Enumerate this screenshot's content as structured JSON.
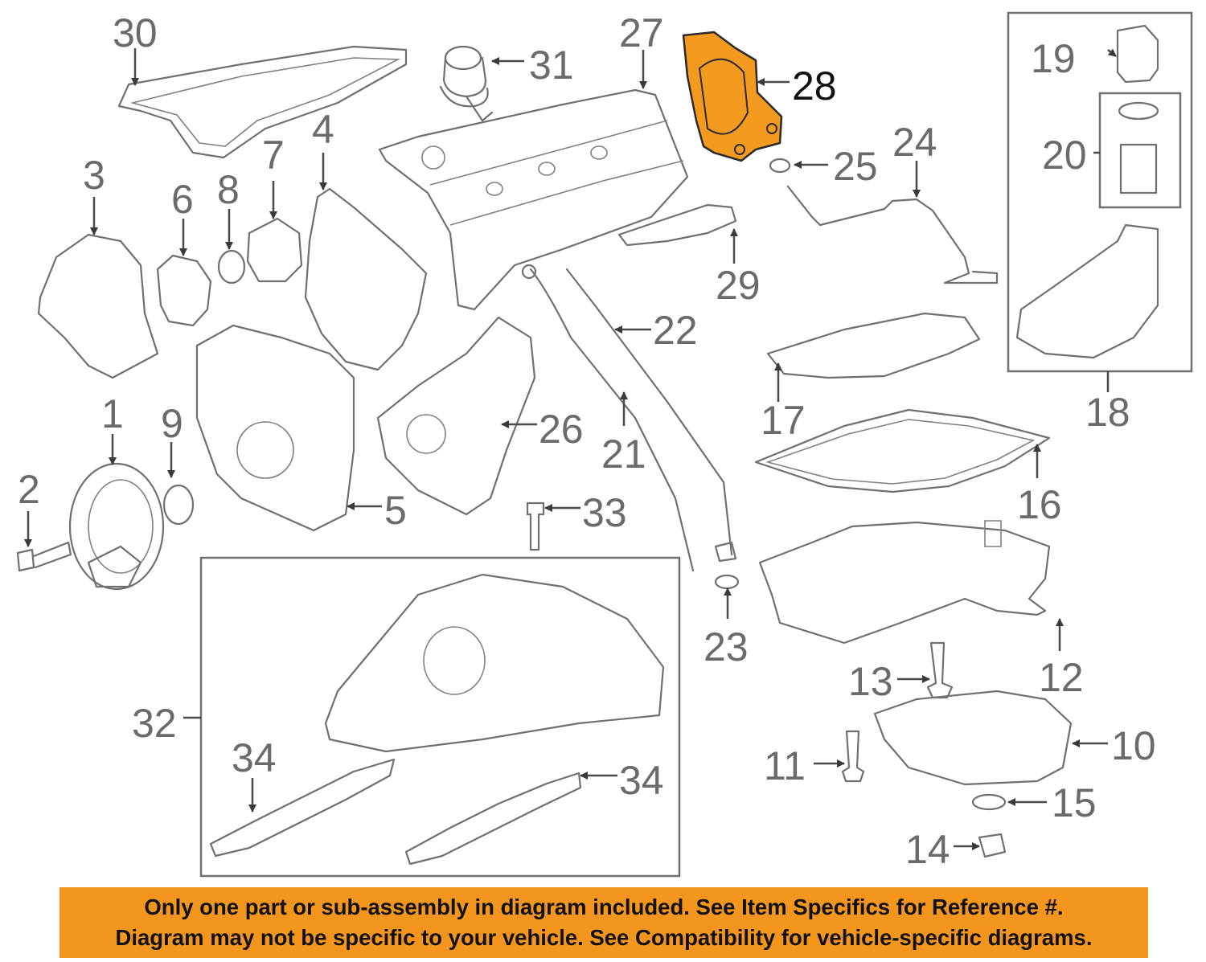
{
  "diagram": {
    "callouts": {
      "c1": "1",
      "c2": "2",
      "c3": "3",
      "c4": "4",
      "c5": "5",
      "c6": "6",
      "c7": "7",
      "c8": "8",
      "c9": "9",
      "c10": "10",
      "c11": "11",
      "c12": "12",
      "c13": "13",
      "c14": "14",
      "c15": "15",
      "c16": "16",
      "c17": "17",
      "c18": "18",
      "c19": "19",
      "c20": "20",
      "c21": "21",
      "c22": "22",
      "c23": "23",
      "c24": "24",
      "c25": "25",
      "c26": "26",
      "c27": "27",
      "c28": "28",
      "c29": "29",
      "c30": "30",
      "c31": "31",
      "c32": "32",
      "c33": "33",
      "c34a": "34",
      "c34b": "34"
    },
    "highlighted_part": "28",
    "highlight_color": "#f39a1f"
  },
  "notice": {
    "line1": "Only one part or sub-assembly in diagram included. See Item Specifics for Reference #.",
    "line2": "Diagram may not be specific to your vehicle. See Compatibility for vehicle-specific diagrams.",
    "background_color": "#f4961e"
  }
}
